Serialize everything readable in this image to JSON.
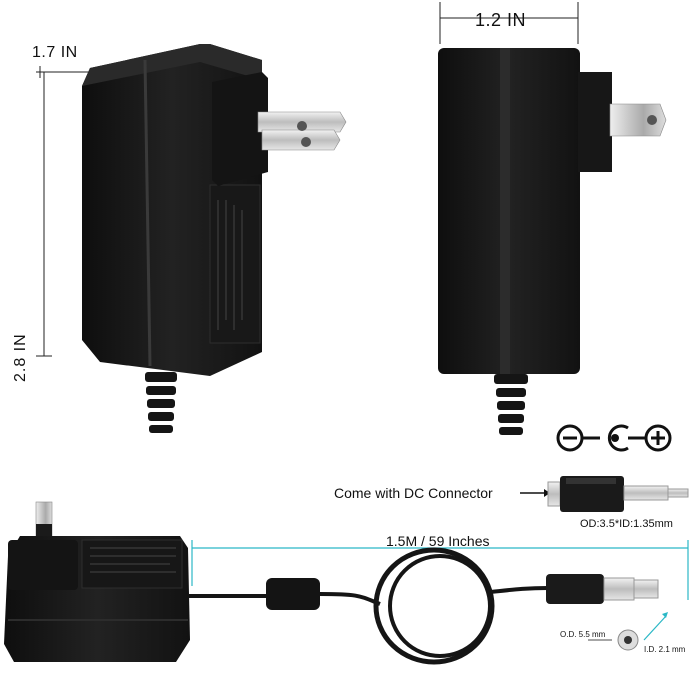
{
  "dimensions": {
    "width_front": "1.7 IN",
    "height_front": "2.8 IN",
    "depth_side": "1.2 IN"
  },
  "cable": {
    "length_label": "1.5M / 59 Inches"
  },
  "connector": {
    "caption": "Come with DC Connector",
    "spec": "OD:3.5*ID:1.35mm",
    "polarity_symbols": [
      "⊖",
      "⊙",
      "⊕"
    ]
  },
  "plug": {
    "od_label": "O.D.  5.5 mm",
    "id_label": "I.D.  2.1 mm"
  },
  "colors": {
    "body": "#1b1b1b",
    "accent_line": "#2bb8c6",
    "dim_line": "#222222"
  }
}
